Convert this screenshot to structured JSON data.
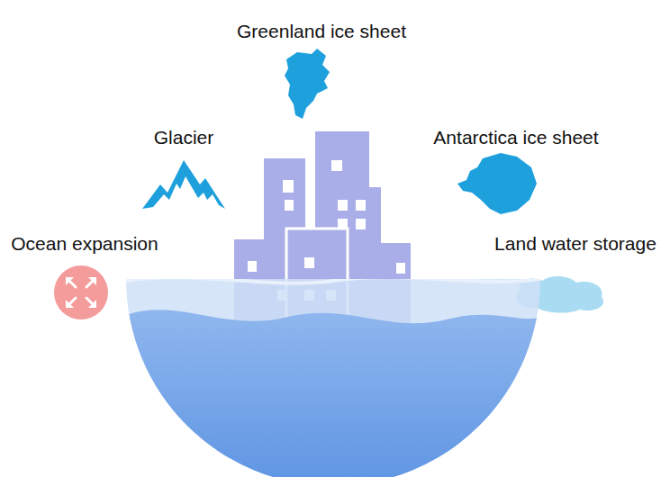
{
  "diagram": {
    "labels": [
      "Greenland ice sheet",
      "Glacier",
      "Antarctica ice sheet",
      "Ocean expansion",
      "Land water storage"
    ]
  }
}
